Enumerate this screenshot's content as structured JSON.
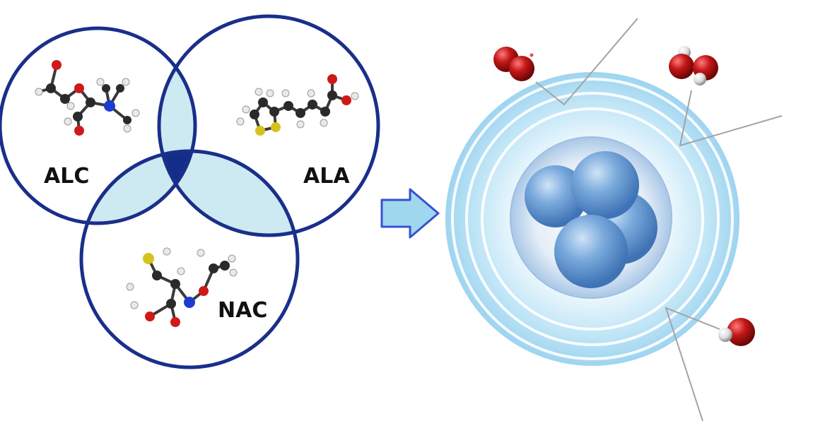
{
  "venn": {
    "circle_a_label": "ALC",
    "circle_b_label": "ALA",
    "circle_c_label": "NAC",
    "colors": {
      "outline": "#1a2f8a",
      "pair_overlap": "#cdeaf2",
      "triple_overlap": "#132e8a"
    }
  },
  "arrow": {
    "icon": "right-arrow-icon",
    "fill": "#9fd8ee",
    "stroke": "#3a4fd0"
  },
  "cell": {
    "icon": "cell-with-radical-molecules-icon",
    "glow": "#9ed4f0",
    "nucleus": "#5f95d4"
  },
  "molecule_colors": {
    "carbon": "#2a2a2a",
    "hydrogen": "#e9e9e9",
    "oxygen": "#d01818",
    "nitrogen": "#1c3bd1",
    "sulfur": "#d6c21c"
  }
}
